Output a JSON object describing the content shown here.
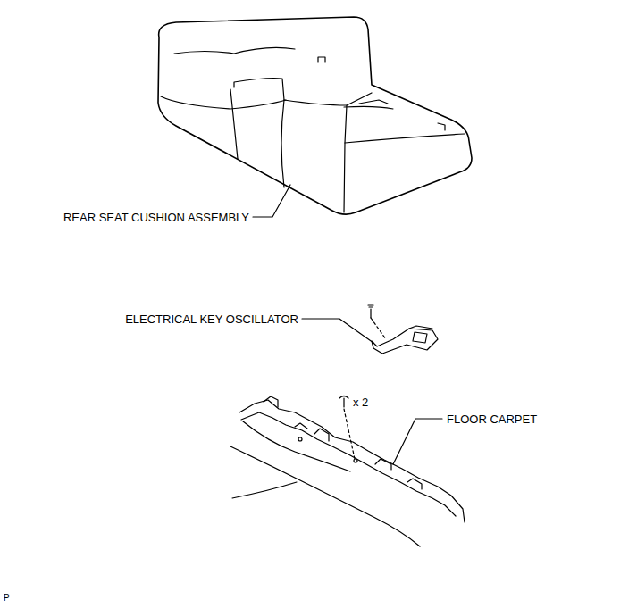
{
  "diagram": {
    "labels": [
      "REAR SEAT CUSHION ASSEMBLY",
      "ELECTRICAL KEY OSCILLATOR",
      "x 2",
      "FLOOR CARPET",
      "P"
    ]
  }
}
